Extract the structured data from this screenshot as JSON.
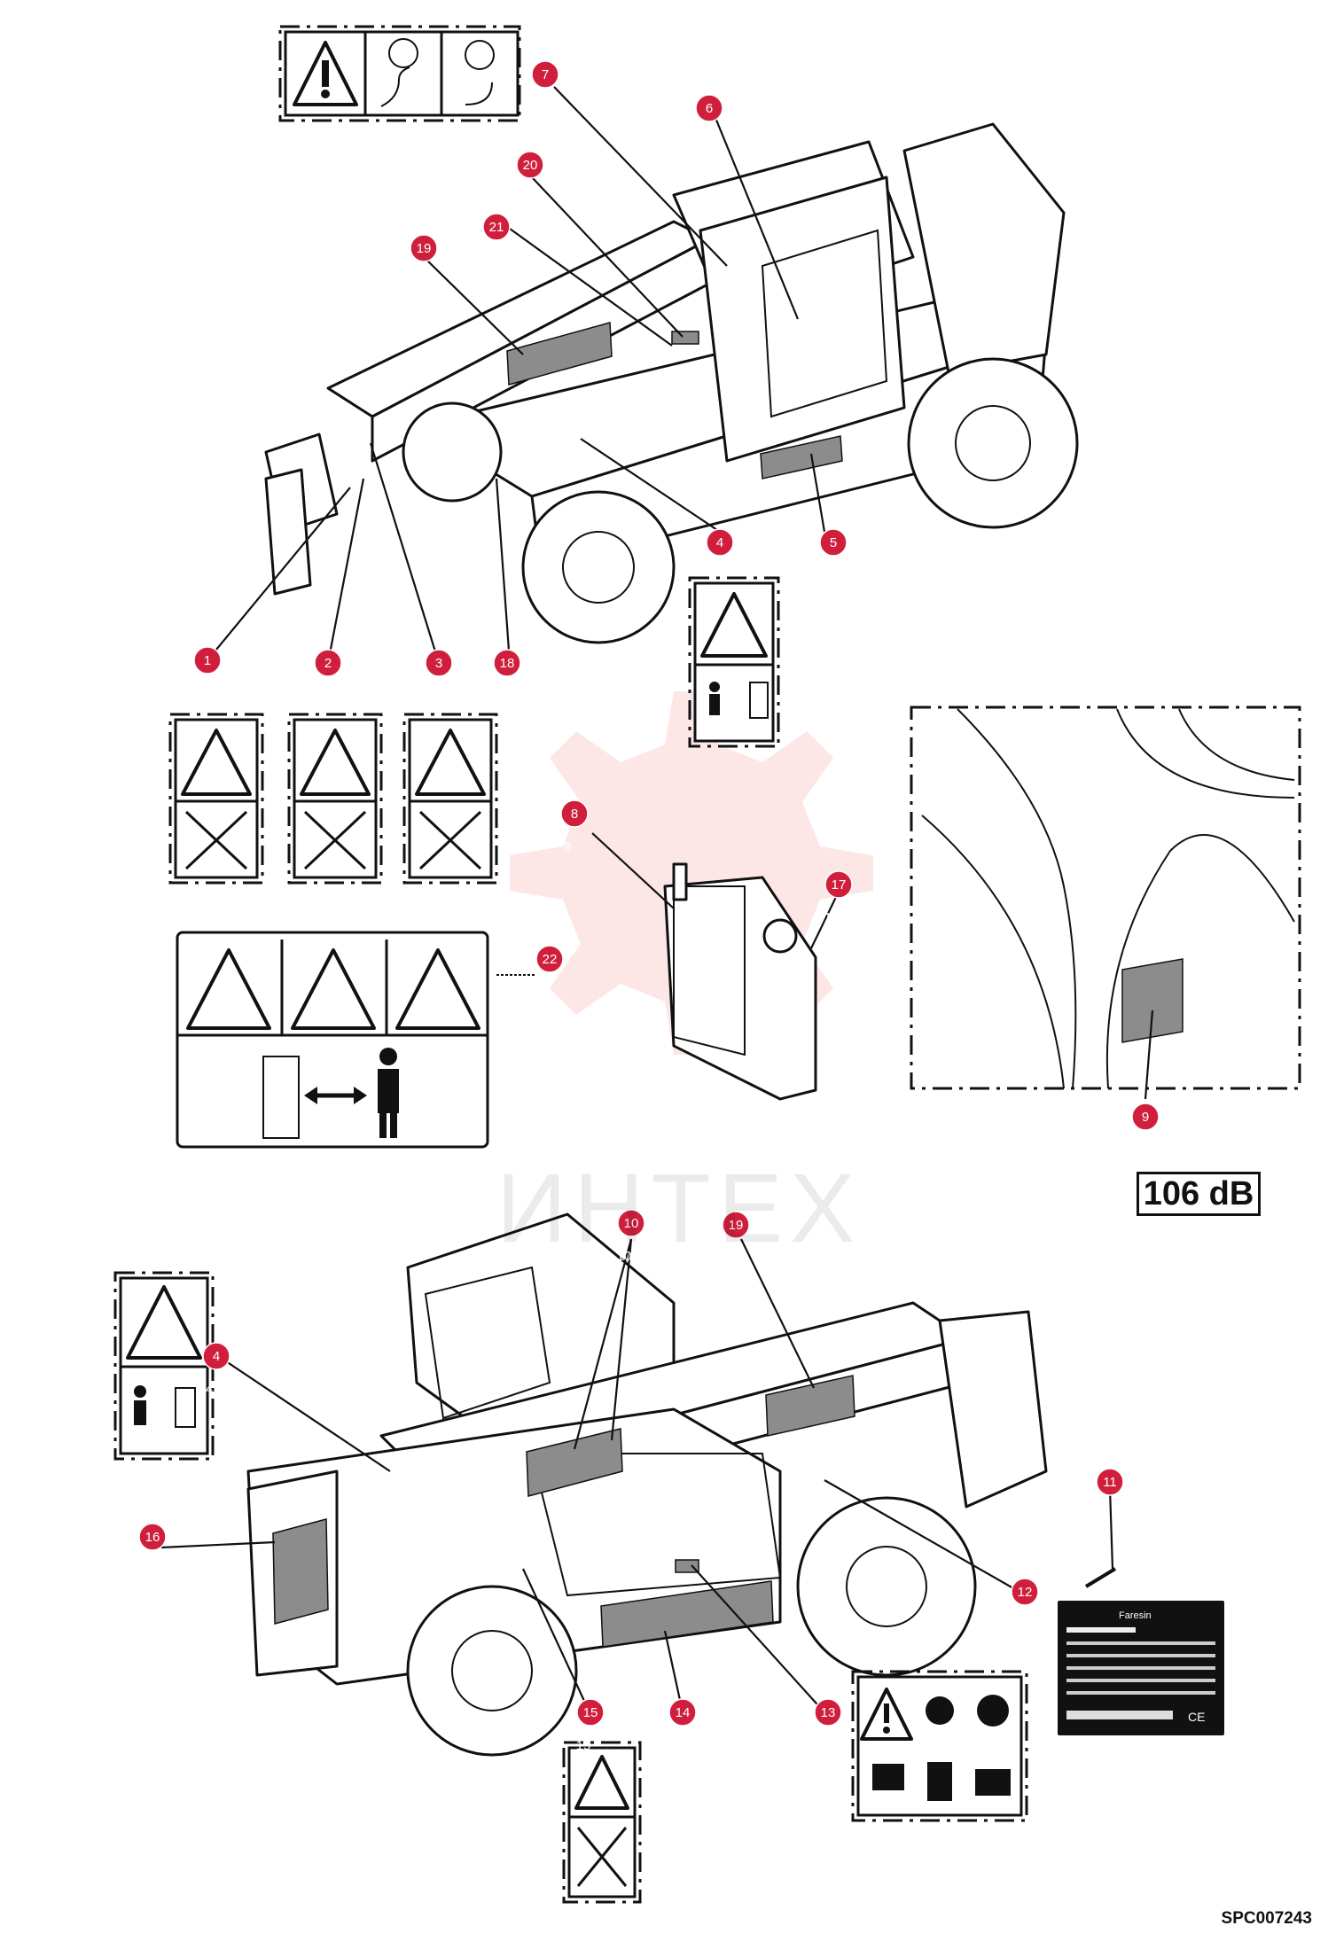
{
  "watermark_text": "ИНТЕХ",
  "noise_label": "106 dB",
  "drawing_code": "SPC007243",
  "callouts": [
    {
      "n": "1",
      "ghost": "1"
    },
    {
      "n": "2",
      "ghost": "2"
    },
    {
      "n": "3",
      "ghost": "3"
    },
    {
      "n": "4",
      "ghost": "4"
    },
    {
      "n": "5",
      "ghost": "5"
    },
    {
      "n": "6",
      "ghost": "6"
    },
    {
      "n": "7",
      "ghost": "7"
    },
    {
      "n": "8",
      "ghost": "8"
    },
    {
      "n": "9",
      "ghost": "9"
    },
    {
      "n": "10",
      "ghost": "10"
    },
    {
      "n": "11",
      "ghost": "11"
    },
    {
      "n": "12",
      "ghost": "12"
    },
    {
      "n": "13",
      "ghost": "13"
    },
    {
      "n": "14",
      "ghost": "14"
    },
    {
      "n": "15",
      "ghost": "15"
    },
    {
      "n": "16",
      "ghost": "16"
    },
    {
      "n": "17",
      "ghost": "17"
    },
    {
      "n": "18",
      "ghost": "18"
    },
    {
      "n": "19",
      "ghost": "19"
    },
    {
      "n": "19",
      "ghost": "19"
    },
    {
      "n": "20",
      "ghost": "20"
    },
    {
      "n": "21",
      "ghost": "21"
    },
    {
      "n": "22",
      "ghost": "22"
    },
    {
      "n": "4",
      "ghost": "4"
    }
  ],
  "plate": {
    "brand": "Faresin",
    "marks": "CE"
  },
  "colors": {
    "callout": "#d01f3c",
    "ink": "#111111",
    "decal": "#8c8c8c",
    "watermark": "#e53935"
  }
}
